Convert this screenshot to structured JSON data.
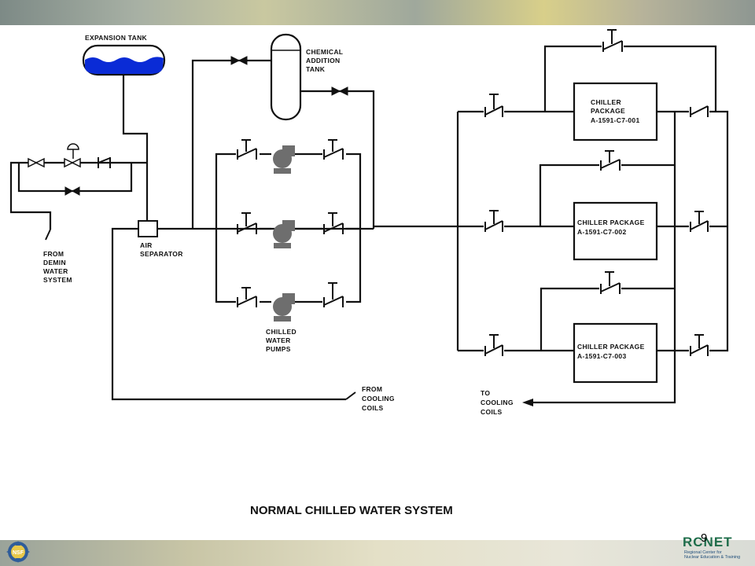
{
  "diagram": {
    "title": "NORMAL CHILLED WATER SYSTEM",
    "labels": {
      "expansion_tank": "EXPANSION TANK",
      "chemical_addition_tank": [
        "CHEMICAL",
        "ADDITION",
        "TANK"
      ],
      "air_separator": [
        "AIR",
        "SEPARATOR"
      ],
      "from_demin": [
        "FROM",
        "DEMIN",
        "WATER",
        "SYSTEM"
      ],
      "chilled_water_pumps": [
        "CHILLED",
        "WATER",
        "PUMPS"
      ],
      "from_cooling_coils": [
        "FROM",
        "COOLING",
        "COILS"
      ],
      "to_cooling_coils": [
        "TO",
        "COOLING",
        "COILS"
      ]
    },
    "chillers": [
      {
        "lines": [
          "CHILLER",
          "PACKAGE",
          "A-1591-C7-001"
        ]
      },
      {
        "lines": [
          "CHILLER PACKAGE",
          "A-1591-C7-002"
        ]
      },
      {
        "lines": [
          "CHILLER PACKAGE",
          "A-1591-C7-003"
        ]
      }
    ]
  },
  "footer": {
    "page_number": "9",
    "logo_left": "NSF",
    "logo_right_word": "RCNET",
    "logo_right_sub": [
      "Regional Center for",
      "Nuclear Education & Training"
    ]
  },
  "colors": {
    "water": "#0a2bd6",
    "line": "#111111",
    "pump": "#6e6e6e"
  }
}
